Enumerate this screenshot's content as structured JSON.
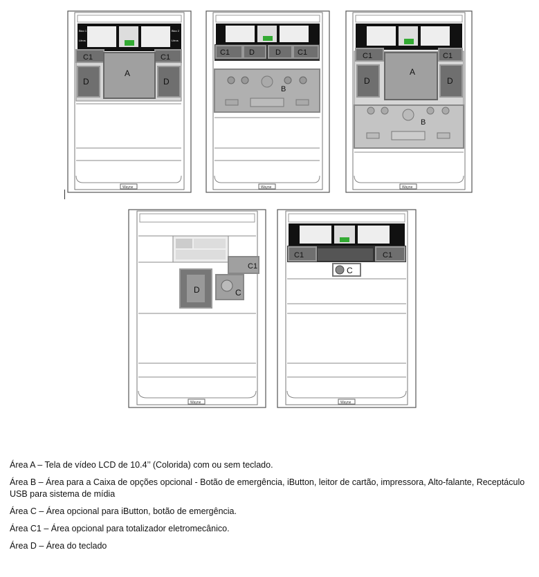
{
  "brand": "Wayne",
  "display_labels": {
    "side_left_top": "Bico 1",
    "side_left_bottom": "Litros",
    "side_right_top": "Bico 2",
    "side_right_bottom": "Litros"
  },
  "figures": [
    {
      "id": "fig1",
      "areas": [
        "C1",
        "C1",
        "A",
        "D",
        "D"
      ]
    },
    {
      "id": "fig2",
      "areas": [
        "C1",
        "D",
        "D",
        "C1",
        "B"
      ]
    },
    {
      "id": "fig3",
      "areas": [
        "C1",
        "C1",
        "A",
        "D",
        "D",
        "B"
      ]
    },
    {
      "id": "fig4",
      "areas": [
        "C1",
        "D",
        "C"
      ]
    },
    {
      "id": "fig5",
      "areas": [
        "C1",
        "C1",
        "C"
      ]
    }
  ],
  "legend": [
    "Área A – Tela de vídeo LCD de 10.4’’ (Colorida) com ou sem teclado.",
    "Área B – Área para a Caixa de opções opcional - Botão de emergência, iButton, leitor de cartão, impressora, Alto-falante, Receptáculo USB para sistema de mídia",
    "Área C – Área opcional para iButton, botão de emergência.",
    "Área C1 – Área opcional para totalizador eletromecânico.",
    "Área D – Área do teclado"
  ]
}
